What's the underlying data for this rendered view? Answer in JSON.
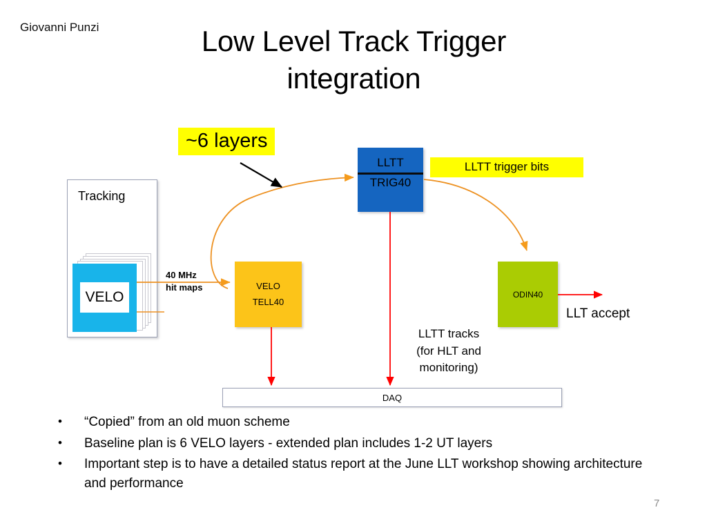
{
  "slide": {
    "author": "Giovanni Punzi",
    "title": "Low Level Track Trigger integration",
    "page_number": "7",
    "background_color": "#ffffff"
  },
  "callouts": {
    "layers": {
      "label": "~6 layers",
      "background_color": "#ffff00"
    },
    "trigger_bits": {
      "label": "LLTT trigger bits",
      "background_color": "#ffff00"
    }
  },
  "diagram": {
    "tracking_group": {
      "label": "Tracking",
      "detector": {
        "label": "VELO",
        "color": "#18b4ea",
        "layer_count": 5
      }
    },
    "boxes": [
      {
        "name": "lltt-trig40",
        "line1": "LLTT",
        "line2": "TRIG40",
        "color": "#1565c0"
      },
      {
        "name": "velo-tell40",
        "line1": "VELO",
        "line2": "TELL40",
        "color": "#fcc419"
      },
      {
        "name": "odin40",
        "line1": "ODIN40",
        "color": "#aacc03"
      }
    ],
    "daq": {
      "label": "DAQ"
    },
    "connector_labels": {
      "hit_maps": "40 MHz\nhit maps",
      "llt_accept": "LLT accept",
      "lltt_tracks": "LLTT tracks\n(for HLT and\nmonitoring)"
    },
    "connector_colors": {
      "data_flow": "#ed9121",
      "readout": "#ff0000",
      "pointer": "#000000"
    }
  },
  "bullets": [
    {
      "marker": "•",
      "text": "“Copied” from an old muon scheme"
    },
    {
      "marker": "•",
      "text": "Baseline plan is 6 VELO layers - extended plan includes 1-2 UT layers"
    },
    {
      "marker": "•",
      "text": "Important step is to have a detailed status report at the June LLT workshop showing architecture and performance"
    }
  ]
}
